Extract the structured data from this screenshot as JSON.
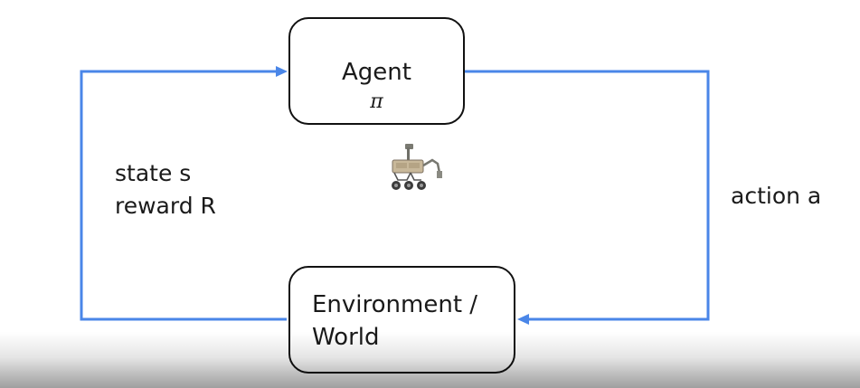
{
  "agent": {
    "title": "Agent",
    "symbol": "π"
  },
  "environment": {
    "line1": "Environment /",
    "line2": "World"
  },
  "feedback": {
    "state": "state s",
    "reward": "reward R"
  },
  "action": {
    "label": "action a"
  },
  "colors": {
    "arrow": "#4a86e8",
    "box_border": "#111111",
    "text": "#1a1a1a"
  },
  "icons": {
    "robot": "mars-rover-icon"
  }
}
